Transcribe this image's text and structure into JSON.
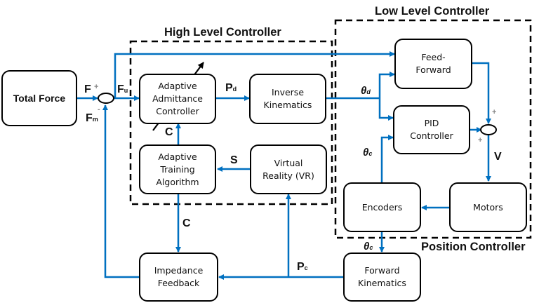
{
  "groups": {
    "high_level": "High Level Controller",
    "low_level": "Low Level Controller",
    "position": "Position Controller"
  },
  "blocks": {
    "total_force": "Total Force",
    "admittance": "Adaptive\nAdmittance\nController",
    "inverse_kin": "Inverse\nKinematics",
    "training": "Adaptive\nTraining\nAlgorithm",
    "vr": "Virtual\nReality (VR)",
    "feedforward": "Feed-\nForward",
    "pid": "PID\nController",
    "encoders": "Encoders",
    "motors": "Motors",
    "impedance": "Impedance\nFeedback",
    "forward_kin": "Forward\nKinematics"
  },
  "signals": {
    "F": "F",
    "F_plus": "+",
    "Fu": "F",
    "Fu_sub": "u",
    "Fm": "F",
    "Fm_sub": "m",
    "Fm_minus": "-",
    "Pd": "P",
    "Pd_sub": "d",
    "theta_d": "θ",
    "theta_d_sub": "d",
    "theta_c1": "θ",
    "theta_c1_sub": "c",
    "theta_c2": "θ",
    "theta_c2_sub": "c",
    "C_up": "C",
    "C_down": "C",
    "S": "S",
    "V": "V",
    "Pc": "P",
    "Pc_sub": "c",
    "sum2_plus_top": "+",
    "sum2_plus_left": "+"
  },
  "colors": {
    "signal": "#0070C0",
    "outline": "#000000",
    "sign": "#888888"
  }
}
